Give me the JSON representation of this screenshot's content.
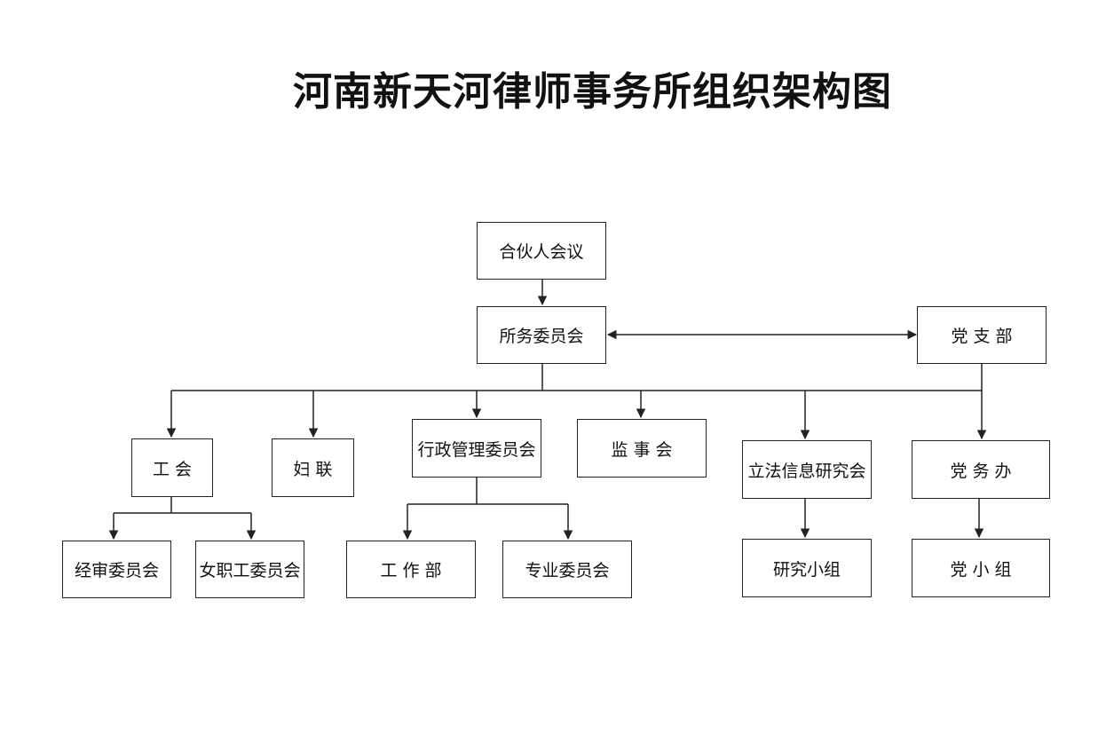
{
  "title": "河南新天河律师事务所组织架构图",
  "nodes": {
    "partners_meeting": "合伙人会议",
    "firm_committee": "所务委员会",
    "party_branch": "党 支 部",
    "trade_union": "工 会",
    "womens_federation": "妇 联",
    "admin_committee": "行政管理委员会",
    "supervisory_board": "监 事 会",
    "legislative_research": "立法信息研究会",
    "party_affairs_office": "党 务 办",
    "audit_committee": "经审委员会",
    "female_workers_committee": "女职工委员会",
    "work_department": "工 作 部",
    "professional_committee": "专业委员会",
    "research_group": "研究小组",
    "party_group": "党 小 组"
  }
}
